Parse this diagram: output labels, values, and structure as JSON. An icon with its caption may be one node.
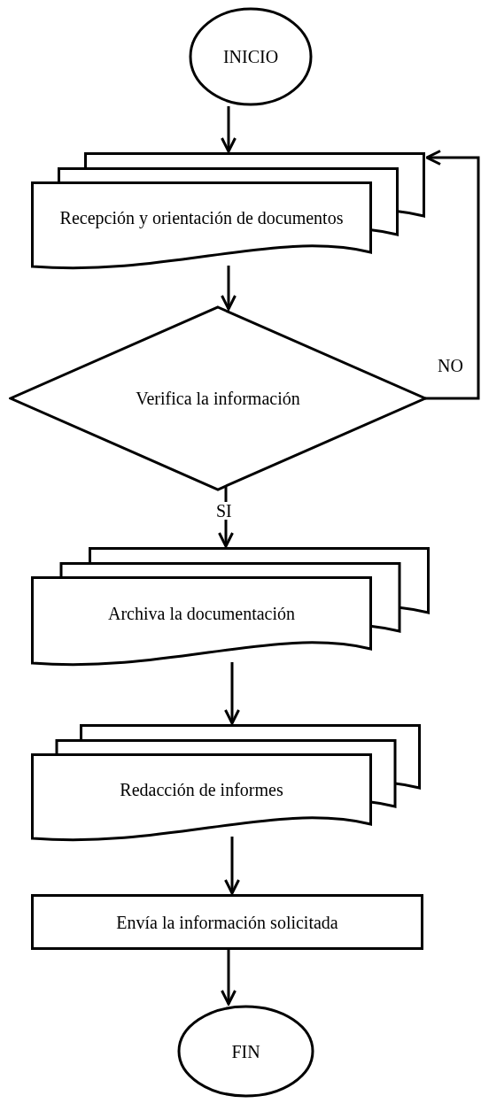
{
  "diagram": {
    "nodes": [
      {
        "text": [
          "INICIO"
        ]
      },
      {
        "text": [
          "Recepción y orientación de documentos"
        ]
      },
      {
        "text": [
          "Verifica la información"
        ]
      },
      {
        "text": [
          "Archiva la documentación"
        ]
      },
      {
        "text": [
          "Redacción de informes"
        ]
      },
      {
        "text": [
          "Envía la información solicitada"
        ]
      },
      {
        "text": [
          "FIN"
        ]
      }
    ],
    "edges": [
      {
        "from": 0,
        "to": 1,
        "arrow": "to"
      },
      {
        "from": 1,
        "to": 2,
        "arrow": "to"
      },
      {
        "from": 2,
        "to": 1,
        "arrow": "to",
        "label": "NO"
      },
      {
        "from": 2,
        "to": 3,
        "arrow": "to",
        "label": "SI"
      },
      {
        "from": 3,
        "to": 4,
        "arrow": "to"
      },
      {
        "from": 4,
        "to": 5,
        "arrow": "to"
      },
      {
        "from": 5,
        "to": 6,
        "arrow": "to"
      }
    ]
  }
}
